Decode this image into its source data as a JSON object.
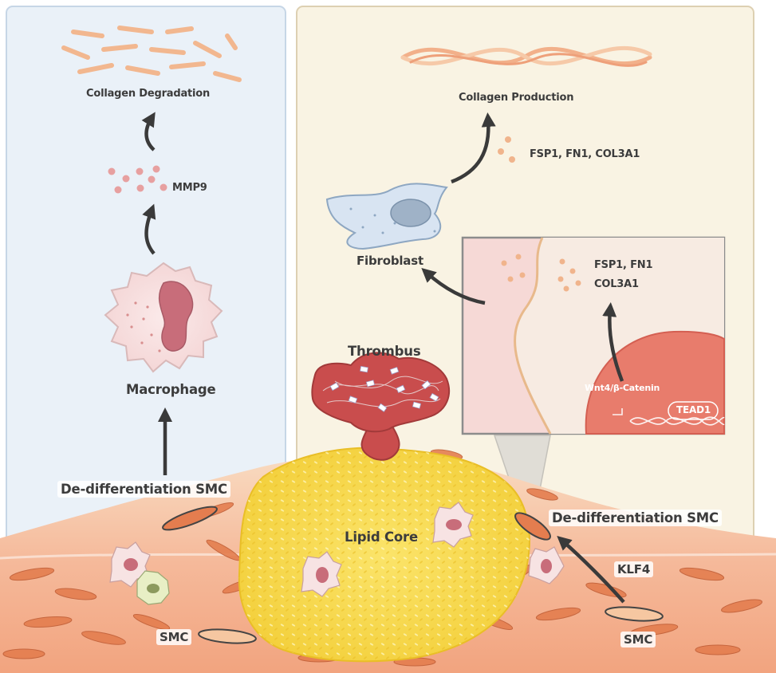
{
  "labels": {
    "collagen_degradation": "Collagen Degradation",
    "mmp9": "MMP9",
    "macrophage": "Macrophage",
    "dediff_smc_left": "De-differentiation SMC",
    "smc_left": "SMC",
    "collagen_production": "Collagen Production",
    "fsp1_top": "FSP1, FN1, COL3A1",
    "fibroblast": "Fibroblast",
    "inset_fsp1": "FSP1, FN1",
    "inset_col3a1": "COL3A1",
    "wnt4": "Wnt4/β-Catenin",
    "tead1": "TEAD1",
    "thrombus": "Thrombus",
    "lipid_core": "Lipid Core",
    "dediff_smc_right": "De-differentiation SMC",
    "klf4": "KLF4",
    "smc_right": "SMC"
  },
  "colors": {
    "left_panel_bg": "#eaf1f8",
    "right_panel_bg": "#f9f3e3",
    "lipid_core": "#f6d84a",
    "thrombus": "#c94d4d",
    "smc_cell": "#e47d4f",
    "tissue": "#f6c7a1",
    "inset_nucleus": "#e87c6c",
    "fibroblast": "#d8e4f2"
  }
}
